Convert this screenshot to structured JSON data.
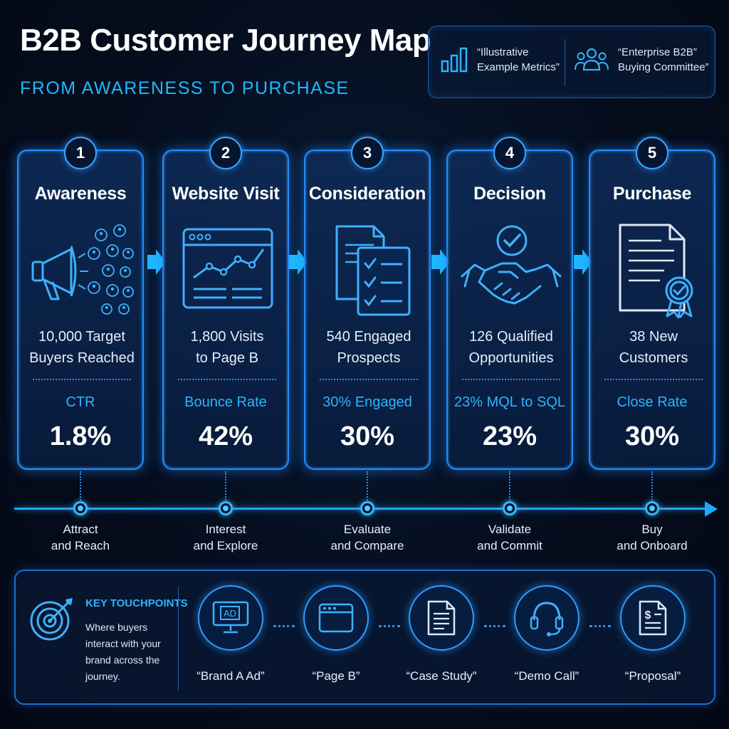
{
  "header": {
    "title": "B2B Customer Journey Map",
    "subtitle": "FROM AWARENESS TO PURCHASE"
  },
  "legend": {
    "items": [
      {
        "icon": "bar-chart-icon",
        "line1": "“Illustrative",
        "line2": "Example Metrics”"
      },
      {
        "icon": "group-icon",
        "line1": "“Enterprise B2B”",
        "line2": "Buying Committee”"
      }
    ]
  },
  "stages": [
    {
      "number": "1",
      "title": "Awareness",
      "icon": "megaphone-icon",
      "stat_line1": "10,000 Target",
      "stat_line2": "Buyers Reached",
      "metric_label": "CTR",
      "metric_value": "1.8%",
      "phase_line1": "Attract",
      "phase_line2": "and Reach"
    },
    {
      "number": "2",
      "title": "Website Visit",
      "icon": "browser-chart-icon",
      "stat_line1": "1,800 Visits",
      "stat_line2": "to Page B",
      "metric_label": "Bounce Rate",
      "metric_value": "42%",
      "phase_line1": "Interest",
      "phase_line2": "and Explore"
    },
    {
      "number": "3",
      "title": "Consideration",
      "icon": "checklist-documents-icon",
      "stat_line1": "540 Engaged",
      "stat_line2": "Prospects",
      "metric_label": "30% Engaged",
      "metric_value": "30%",
      "phase_line1": "Evaluate",
      "phase_line2": "and Compare"
    },
    {
      "number": "4",
      "title": "Decision",
      "icon": "handshake-icon",
      "stat_line1": "126 Qualified",
      "stat_line2": "Opportunities",
      "metric_label": "23% MQL to SQL",
      "metric_value": "23%",
      "phase_line1": "Validate",
      "phase_line2": "and Commit"
    },
    {
      "number": "5",
      "title": "Purchase",
      "icon": "contract-icon",
      "stat_line1": "38 New",
      "stat_line2": "Customers",
      "metric_label": "Close Rate",
      "metric_value": "30%",
      "phase_line1": "Buy",
      "phase_line2": "and Onboard"
    }
  ],
  "touchpoints": {
    "heading": "KEY TOUCHPOINTS",
    "desc": "Where buyers interact with your brand across the journey.",
    "items": [
      {
        "icon": "monitor-ad-icon",
        "label": "“Brand A Ad”",
        "ad_text": "AD"
      },
      {
        "icon": "browser-window-icon",
        "label": "“Page B”"
      },
      {
        "icon": "document-icon",
        "label": "“Case Study”"
      },
      {
        "icon": "headset-icon",
        "label": "“Demo Call”"
      },
      {
        "icon": "invoice-icon",
        "label": "“Proposal”",
        "currency": "$"
      }
    ]
  },
  "colors": {
    "accent": "#1fb8ff",
    "card_border": "#1e8cff",
    "background": "#050d1d"
  }
}
